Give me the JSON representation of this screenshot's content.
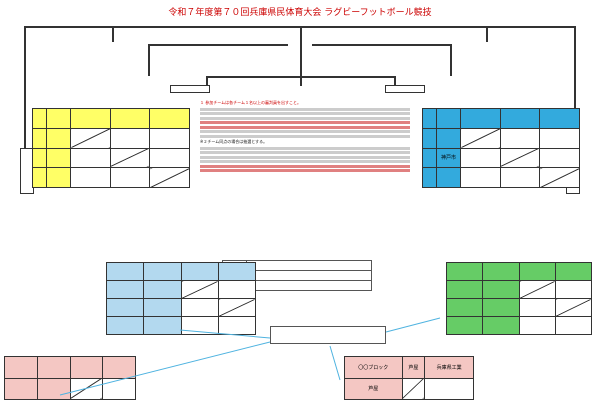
{
  "title": "令和７年度第７０回兵庫県民体育大会 ラグビーフットボール競技",
  "notes": {
    "red_heading": "１ 参加チームは各チーム１名以上の審判員を出すこと。",
    "middle_heading": "※２チーム同点の場合は抽選とする。"
  },
  "right_group": {
    "rows": [
      "神戸市"
    ]
  },
  "bottom_right_table": {
    "header": [
      "〇〇ブロック",
      "芦屋",
      "兵庫県工業"
    ],
    "rows": [
      [
        "芦屋"
      ]
    ]
  },
  "colors": {
    "yellow": "#ffff66",
    "blue": "#33aadd",
    "green": "#66cc66",
    "pink": "#f4c7c3",
    "lblue": "#b3d9ef",
    "red": "#cc0000"
  }
}
